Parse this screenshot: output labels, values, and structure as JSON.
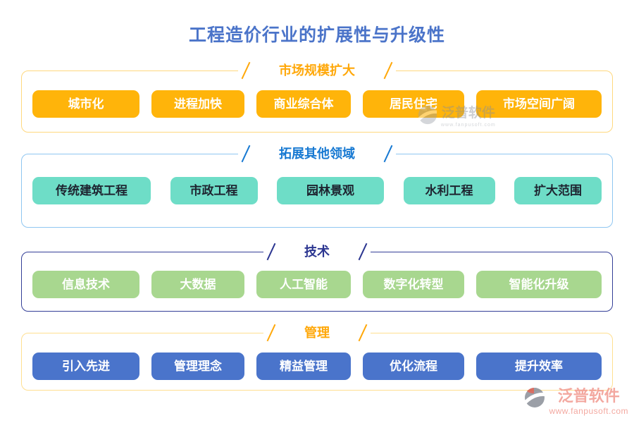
{
  "page": {
    "title": "工程造价行业的扩展性与升级性"
  },
  "sections": [
    {
      "title": "市场规模扩大",
      "items": [
        "城市化",
        "进程加快",
        "商业综合体",
        "居民住宅",
        "市场空间广阔"
      ],
      "header_color": "#ffa80a",
      "border_color": "#ffd87e",
      "chip_bg": "#ffb40a",
      "chip_text_color": "#ffffff"
    },
    {
      "title": "拓展其他领域",
      "items": [
        "传统建筑工程",
        "市政工程",
        "园林景观",
        "水利工程",
        "扩大范围"
      ],
      "header_color": "#1779d2",
      "border_color": "#8fc6f1",
      "chip_bg": "#6eddc7",
      "chip_text_color": "#1e2430"
    },
    {
      "title": "技术",
      "items": [
        "信息技术",
        "大数据",
        "人工智能",
        "数字化转型",
        "智能化升级"
      ],
      "header_color": "#2b3590",
      "border_color": "#333e97",
      "chip_bg": "#a8d78f",
      "chip_text_color": "#ffffff"
    },
    {
      "title": "管理",
      "items": [
        "引入先进",
        "管理理念",
        "精益管理",
        "优化流程",
        "提升效率"
      ],
      "header_color": "#ffa80a",
      "border_color": "#ffdf90",
      "chip_bg": "#4a74cb",
      "chip_text_color": "#ffffff"
    }
  ],
  "watermark_mid": {
    "brand": "泛普软件",
    "url": "www.fanpusoft.com"
  },
  "watermark_corner": {
    "brand": "泛普软件",
    "url": "www.fanpusoft.com"
  },
  "colors": {
    "title": "#4b74c9",
    "background": "#ffffff",
    "watermark_corner": "#f29a90"
  }
}
